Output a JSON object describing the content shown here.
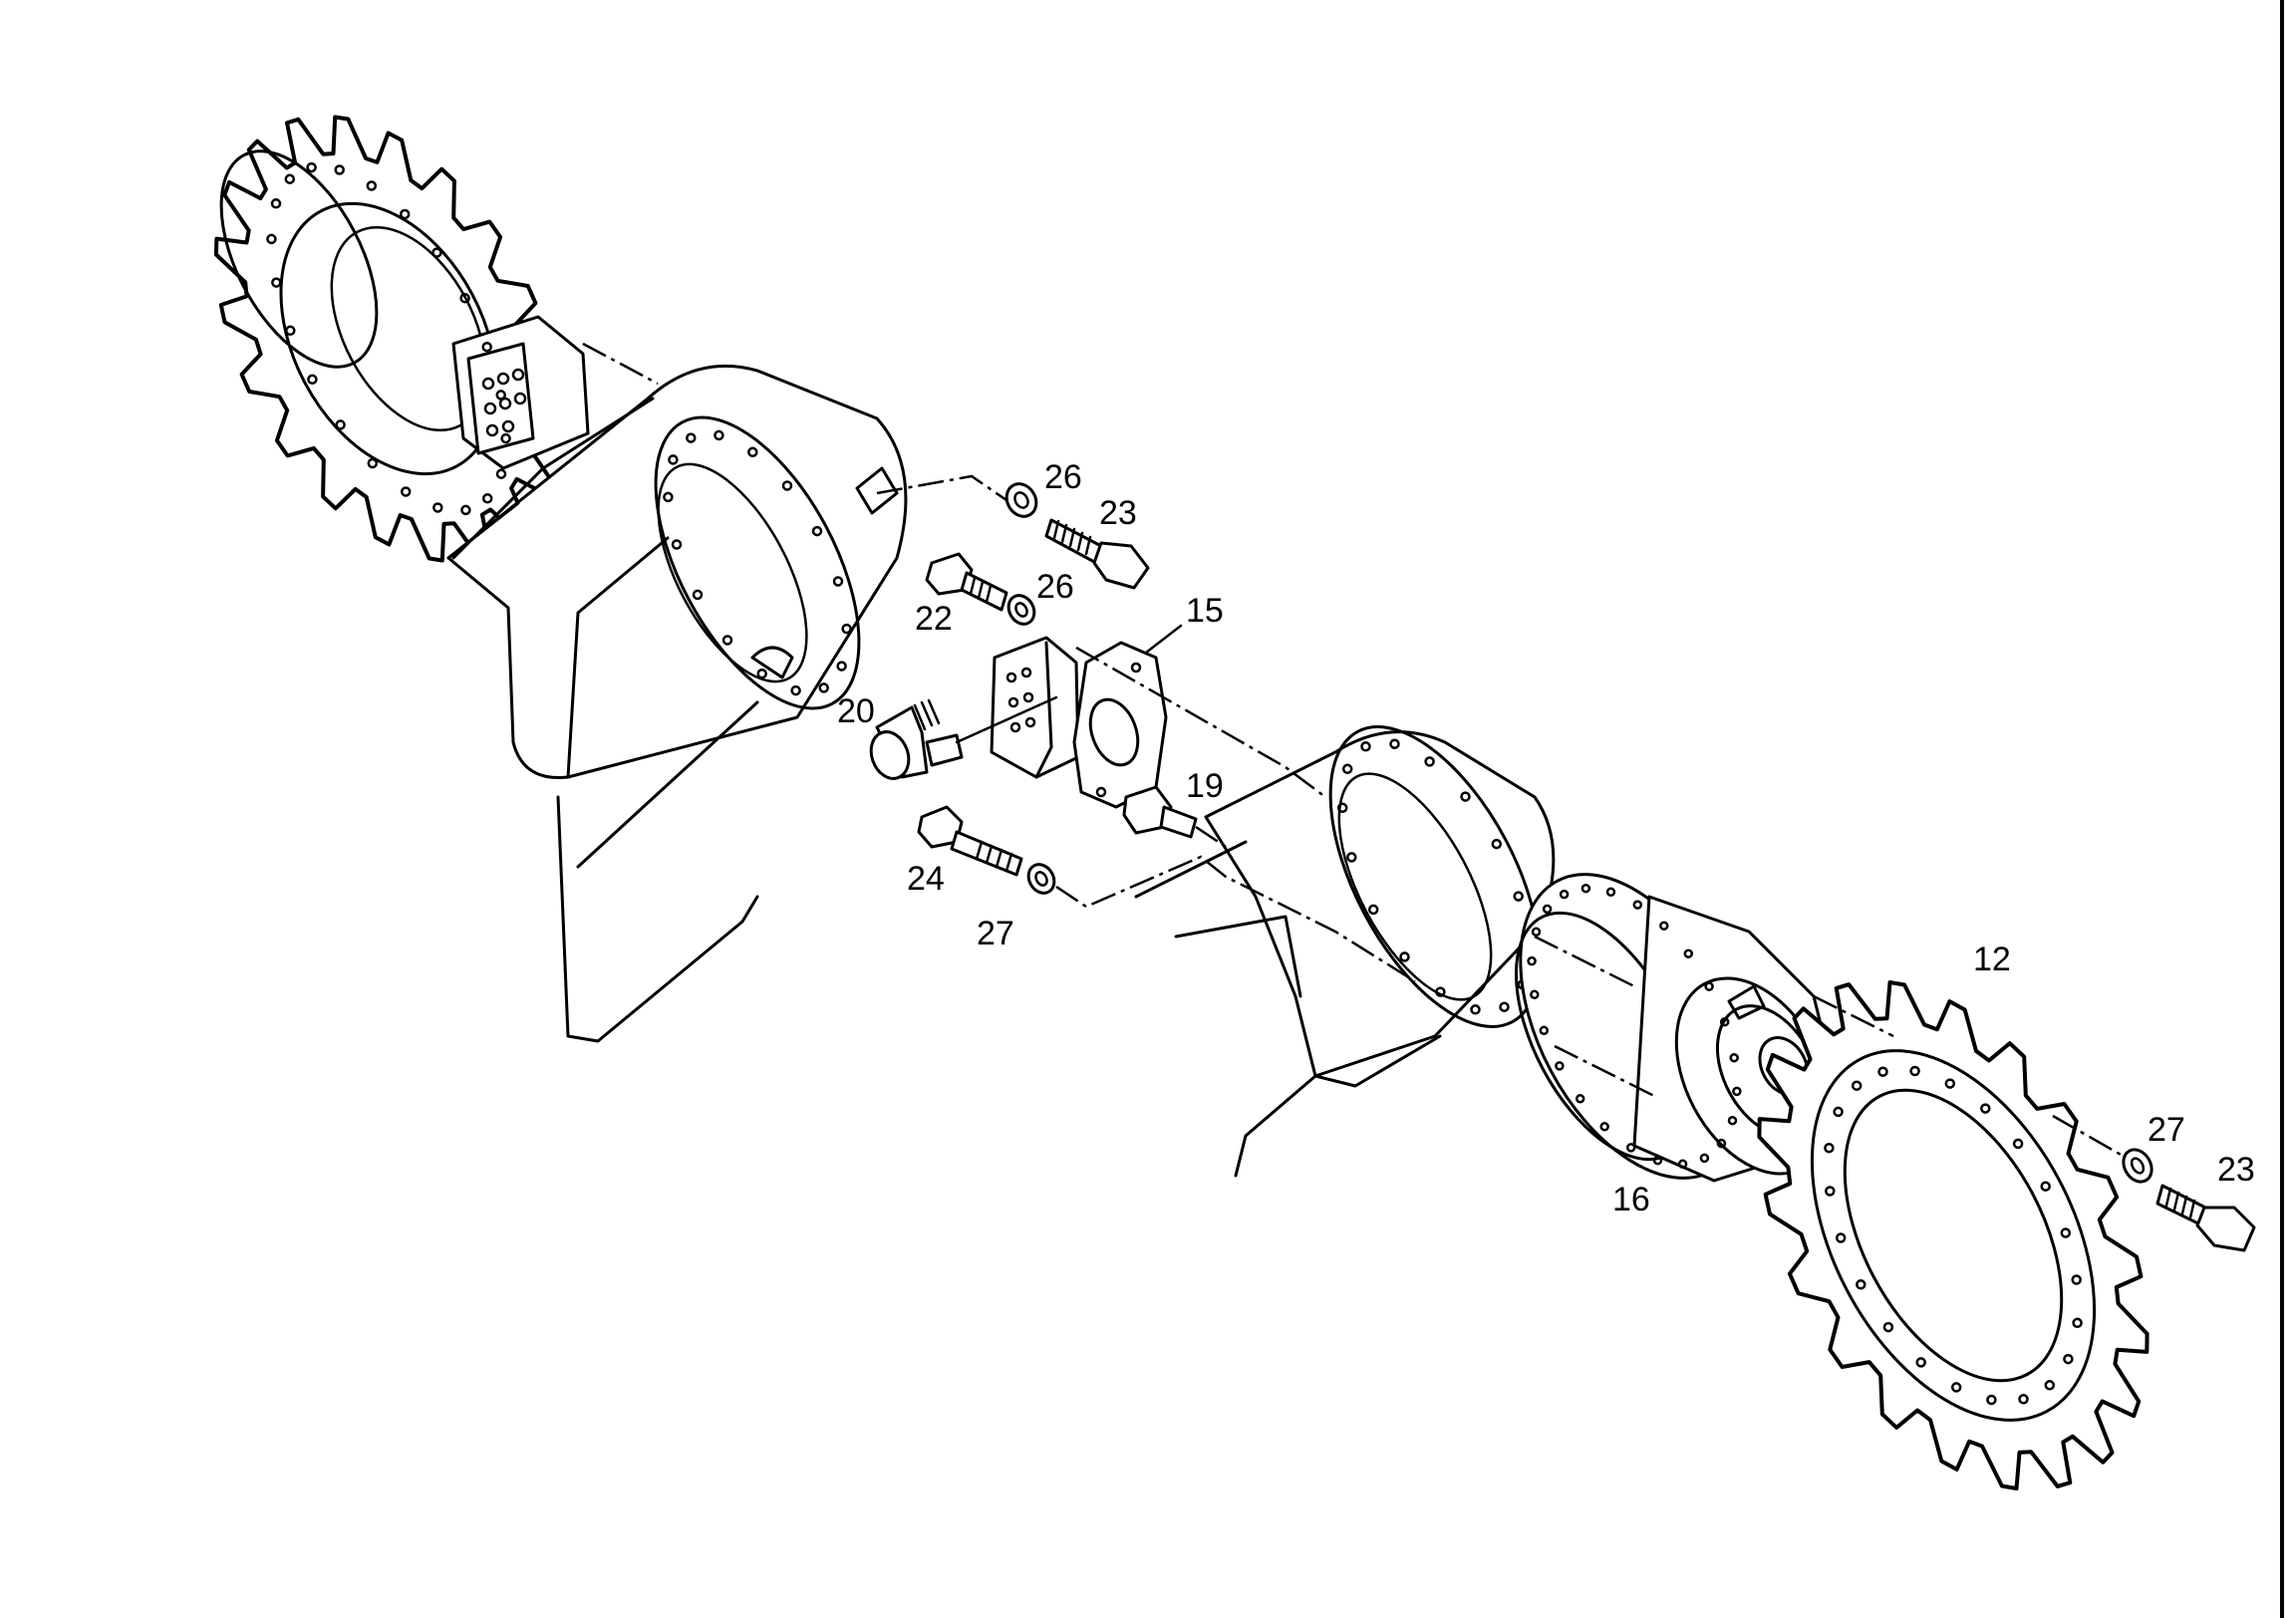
{
  "colors": {
    "ink": "#000000",
    "paper": "#ffffff"
  },
  "callouts": [
    {
      "id": "c26a",
      "text": "26"
    },
    {
      "id": "c23a",
      "text": "23"
    },
    {
      "id": "c22",
      "text": "22"
    },
    {
      "id": "c26b",
      "text": "26"
    },
    {
      "id": "c15",
      "text": "15"
    },
    {
      "id": "c20",
      "text": "20"
    },
    {
      "id": "c19",
      "text": "19"
    },
    {
      "id": "c24",
      "text": "24"
    },
    {
      "id": "c27a",
      "text": "27"
    },
    {
      "id": "c12",
      "text": "12"
    },
    {
      "id": "c27b",
      "text": "27"
    },
    {
      "id": "c23b",
      "text": "23"
    },
    {
      "id": "c16",
      "text": "16"
    }
  ]
}
